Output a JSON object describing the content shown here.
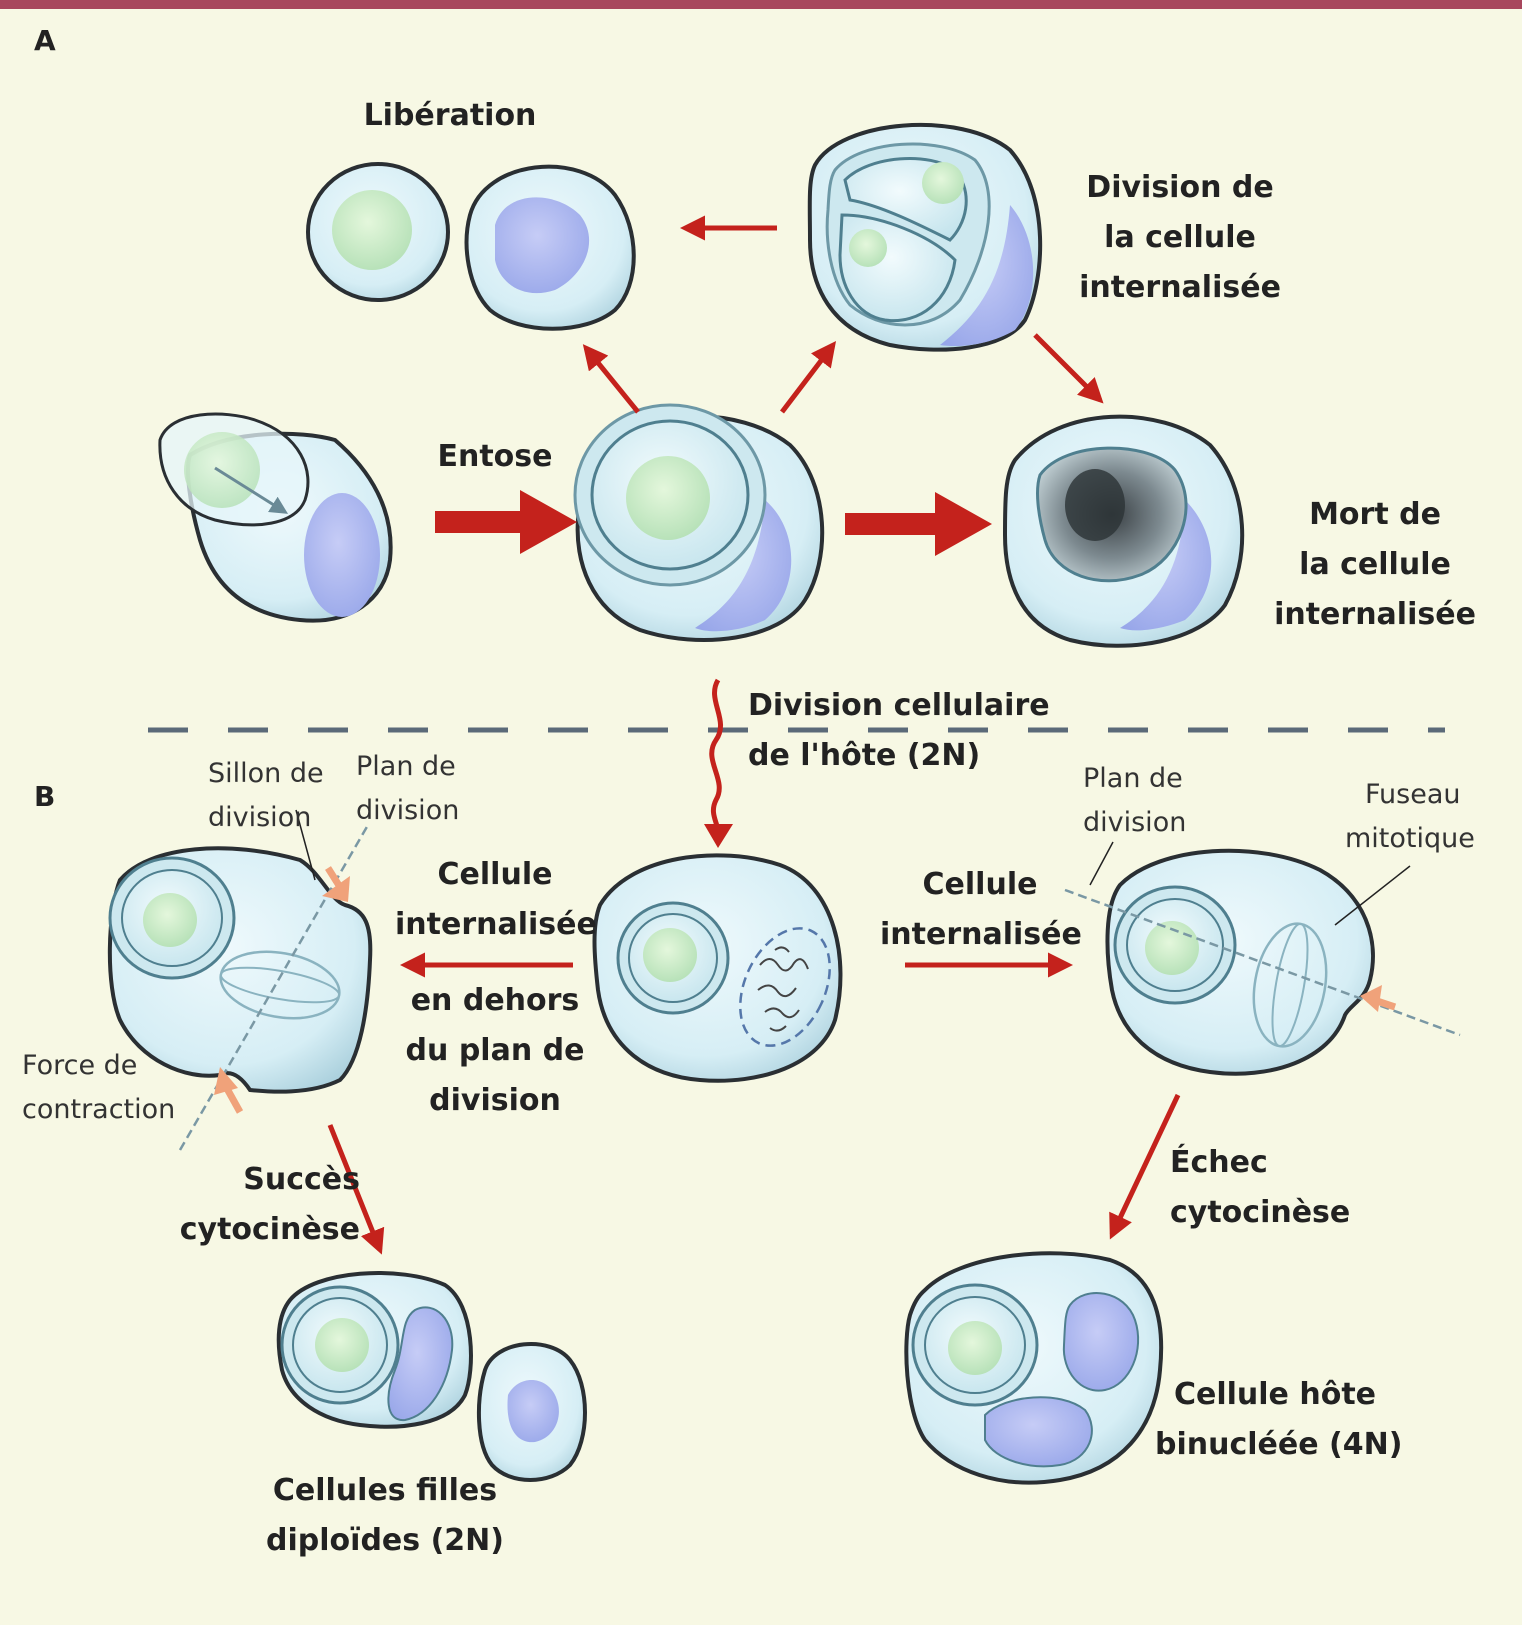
{
  "panels": {
    "a": "A",
    "b": "B"
  },
  "labels": {
    "liberation": [
      "Libération"
    ],
    "division_internalisee": [
      "Division de",
      "la cellule",
      "internalisée"
    ],
    "entose": [
      "Entose"
    ],
    "mort": [
      "Mort de",
      "la cellule",
      "internalisée"
    ],
    "division_hote": [
      "Division cellulaire",
      "de l'hôte (2N)"
    ],
    "cellule_dehors": [
      "Cellule",
      "internalisée",
      "en dehors",
      "du plan de",
      "division"
    ],
    "cellule_dans": [
      "Cellule",
      "internalisée"
    ],
    "succes": [
      "Succès",
      "cytocinèse"
    ],
    "filles": [
      "Cellules filles",
      "diploïdes (2N)"
    ],
    "echec": [
      "Échec",
      "cytocinèse"
    ],
    "binucleee": [
      "Cellule hôte",
      "binucléée (4N)"
    ]
  },
  "annotations": {
    "sillon": [
      "Sillon de",
      "division"
    ],
    "plan_left": [
      "Plan de",
      "division"
    ],
    "force": [
      "Force de",
      "contraction"
    ],
    "plan_right": [
      "Plan de",
      "division"
    ],
    "fuseau": [
      "Fuseau",
      "mitotique"
    ]
  },
  "colors": {
    "background": "#f7f8e4",
    "top_rule": "#a8475d",
    "arrow": "#c4221c",
    "cell_fill": "#daf0f6",
    "cell_outline": "#2a2f33",
    "internal_nucleus": "#c8ebc4",
    "host_nucleus": "#a9b4ef",
    "force_arrow": "#f0a27a",
    "divider": "#5b6a78"
  }
}
